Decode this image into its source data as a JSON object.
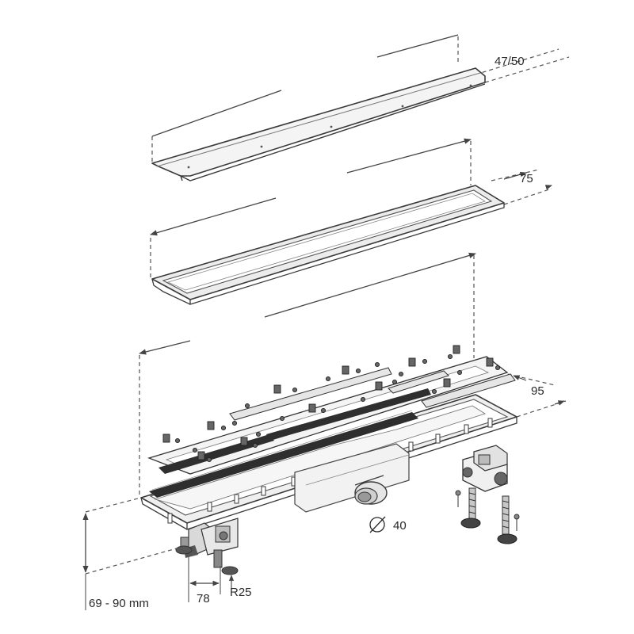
{
  "diagram": {
    "parts": [
      {
        "name": "grate-cover",
        "dimension_label": "47/50"
      },
      {
        "name": "tile-insert-frame",
        "dimension_label": "75"
      },
      {
        "name": "channel-body",
        "dimension_label": "95"
      }
    ],
    "outlet": {
      "label": "Ø 40"
    },
    "feet": {
      "spacing_label": "78",
      "radius_label": "R25"
    },
    "height_range": {
      "label": "69 - 90 mm"
    },
    "colors": {
      "line": "#3a3a3a",
      "dim": "#555555",
      "fill": "#f4f4f4",
      "shade": "#cfcfcf"
    }
  }
}
